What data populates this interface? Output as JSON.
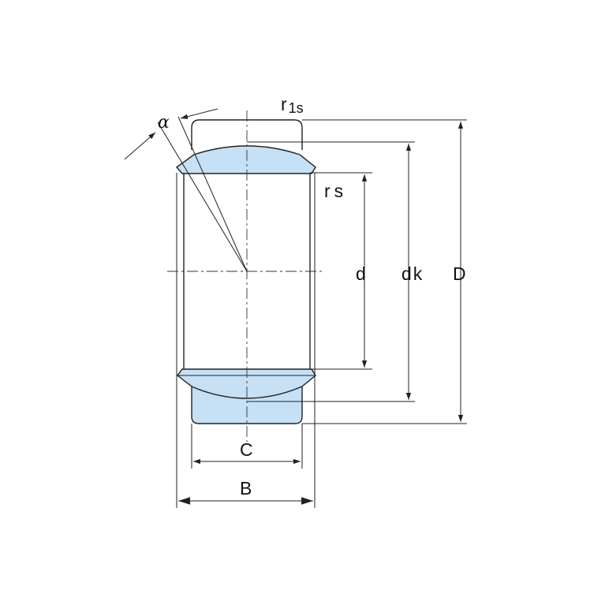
{
  "labels": {
    "r1s_main": "r",
    "r1s_sub": "1s",
    "alpha": "α",
    "rs_main": "r",
    "rs_sub": "s",
    "d": "d",
    "dk_main": "d",
    "dk_sub": "k",
    "D": "D",
    "C": "C",
    "B": "B"
  },
  "colors": {
    "fill": "#c6e0f5",
    "line": "#222222",
    "background": "#ffffff"
  }
}
